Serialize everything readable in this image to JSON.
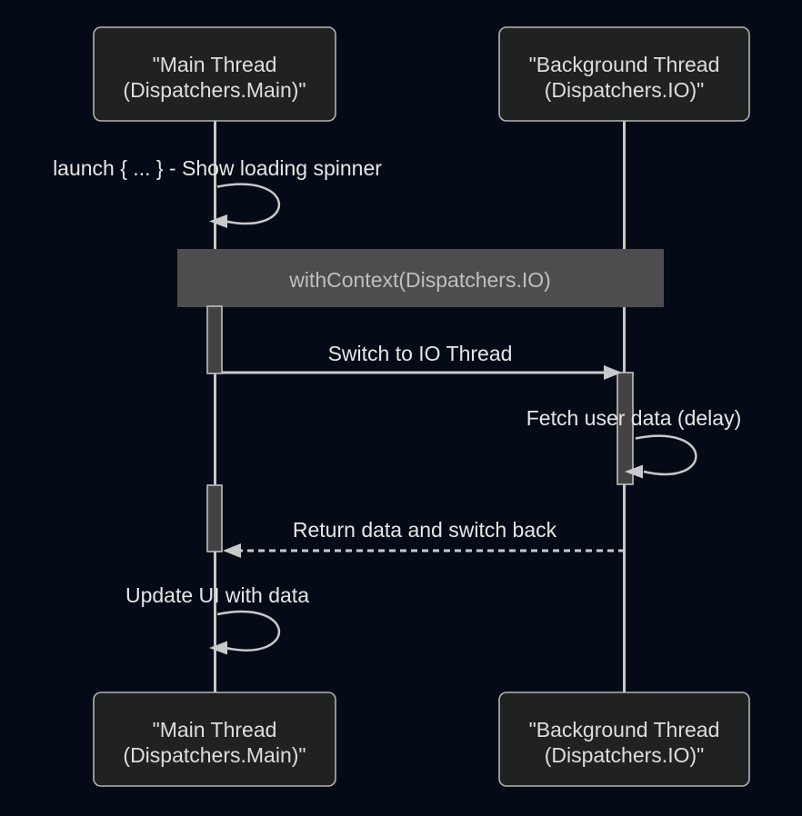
{
  "diagram": {
    "type": "sequence-diagram",
    "participants": {
      "main": {
        "line1": "\"Main Thread",
        "line2": "(Dispatchers.Main)\""
      },
      "background": {
        "line1": "\"Background Thread",
        "line2": "(Dispatchers.IO)\""
      }
    },
    "messages": {
      "launch_self": "launch { ... } - Show loading spinner",
      "with_context_block": "withContext(Dispatchers.IO)",
      "switch_to_io": "Switch to IO Thread",
      "fetch_user_data": "Fetch user data (delay)",
      "return_data": "Return data and switch back",
      "update_ui": "Update UI with data"
    },
    "colors": {
      "canvas_background": "#050b16",
      "actor_fill": "#202121",
      "actor_border": "#b3b3b3",
      "context_block_fill": "#4d4d4d",
      "context_block_text": "#bfbfbf",
      "activation_fill": "#434343",
      "line_color": "#c9c9c9",
      "message_text": "#e6e6e6"
    }
  }
}
